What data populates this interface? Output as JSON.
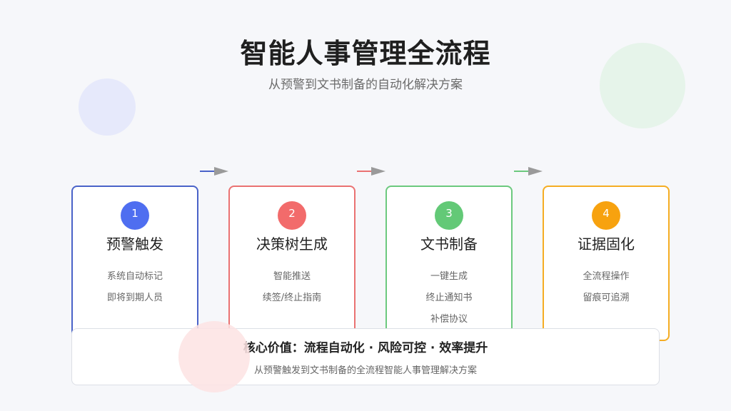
{
  "header": {
    "title": "智能人事管理全流程",
    "subtitle": "从预警到文书制备的自动化解决方案"
  },
  "steps": [
    {
      "number": "1",
      "title": "预警触发",
      "lines": [
        "系统自动标记",
        "即将到期人员"
      ],
      "color": "#4f6ef0",
      "border": "#4a63c9"
    },
    {
      "number": "2",
      "title": "决策树生成",
      "lines": [
        "智能推送",
        "续签/终止指南"
      ],
      "color": "#f26b6b",
      "border": "#ea7272"
    },
    {
      "number": "3",
      "title": "文书制备",
      "lines": [
        "一键生成",
        "终止通知书",
        "补偿协议"
      ],
      "color": "#63c977",
      "border": "#6cc97e"
    },
    {
      "number": "4",
      "title": "证据固化",
      "lines": [
        "全流程操作",
        "留痕可追溯"
      ],
      "color": "#f7a20f",
      "border": "#f5ad23"
    }
  ],
  "arrows": [
    {
      "color": "#4a63c9"
    },
    {
      "color": "#ea7272"
    },
    {
      "color": "#6cc97e"
    }
  ],
  "summary": {
    "title": "核心价值：流程自动化 · 风险可控 · 效率提升",
    "subtitle": "从预警触发到文书制备的全流程智能人事管理解决方案"
  }
}
